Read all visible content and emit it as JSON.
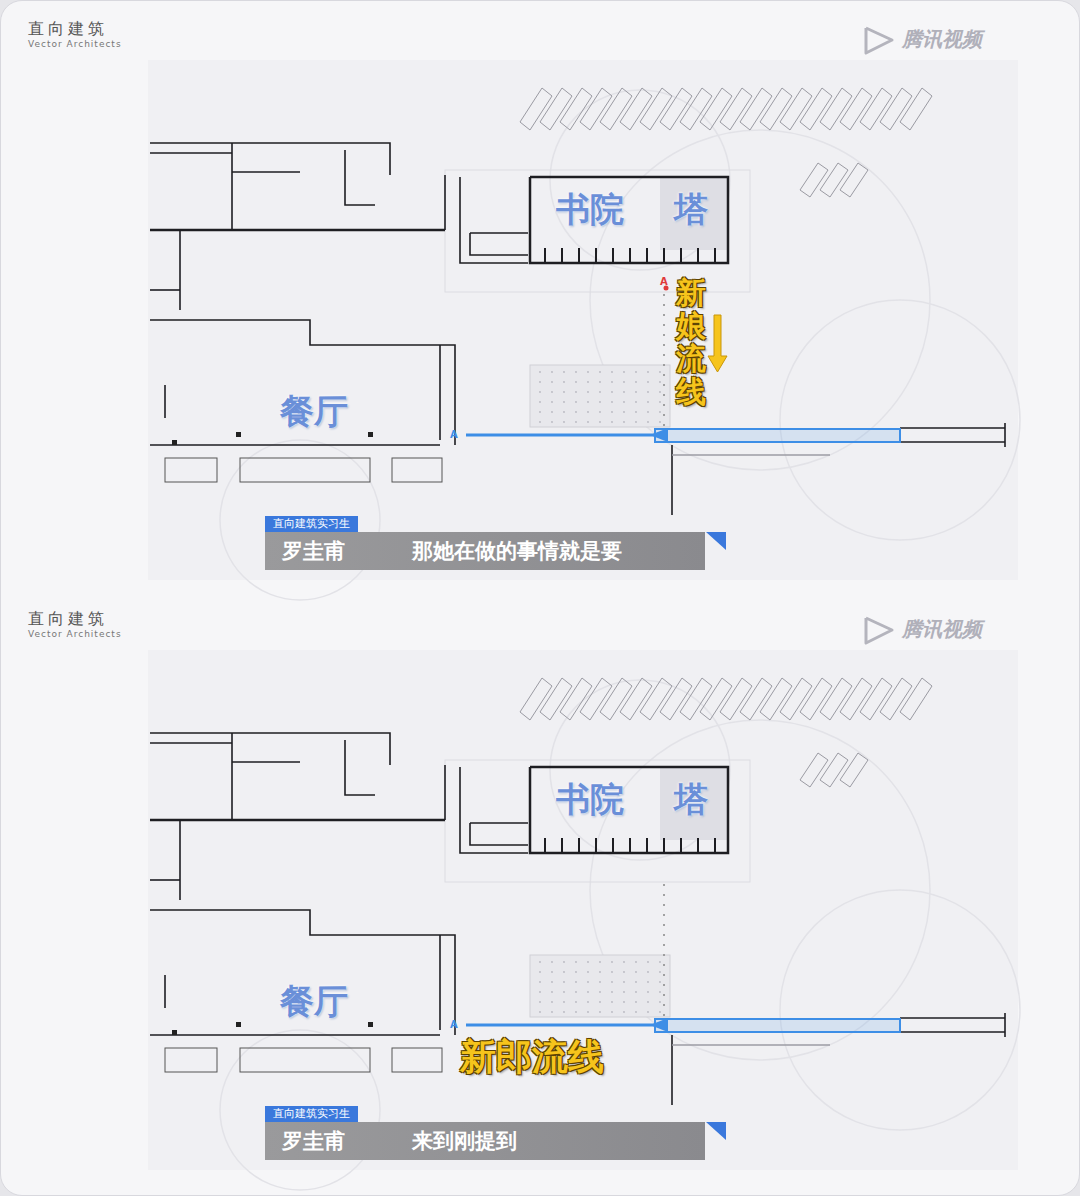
{
  "diagram": {
    "nodes": [
      {
        "text": [
          "直向建筑实习生"
        ]
      },
      {
        "text": [
          "罗圭甫",
          "那她在做的事情就是要"
        ]
      },
      {
        "text": [
          "直向建筑实习生"
        ]
      },
      {
        "text": [
          "罗圭甫",
          "来到刚提到"
        ]
      }
    ],
    "labels": [
      "直向建筑",
      "Vector Architects",
      "腾讯视频",
      "书院",
      "塔",
      "A",
      "新娘流线",
      "A",
      "餐厅",
      "直向建筑",
      "Vector Architects",
      "腾讯视频",
      "书院",
      "塔",
      "A",
      "餐厅",
      "新郎流线"
    ]
  }
}
